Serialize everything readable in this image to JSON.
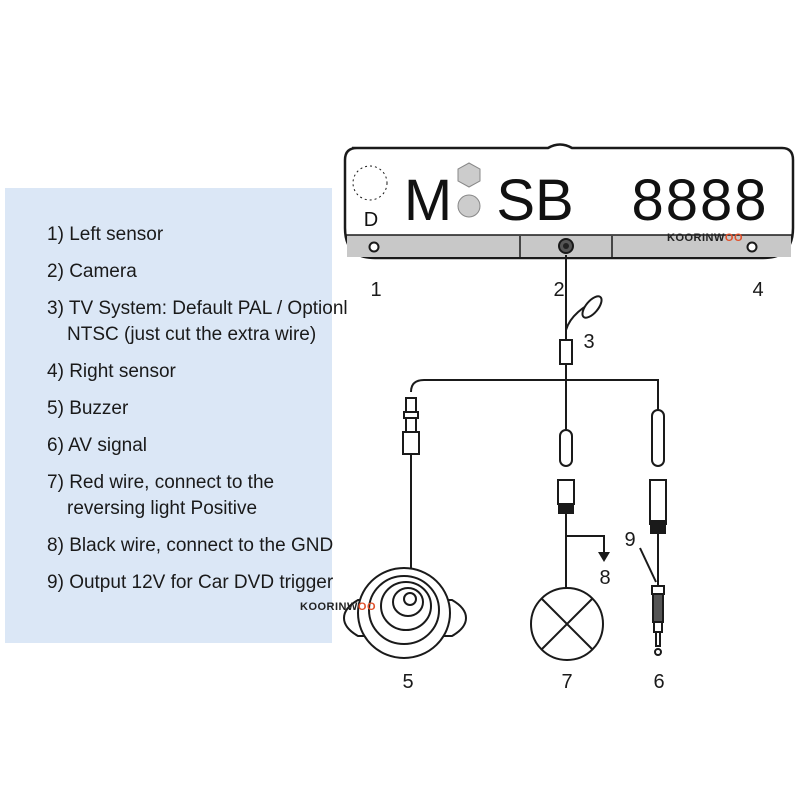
{
  "legend": {
    "items": [
      {
        "number": "1)",
        "text": "Left sensor"
      },
      {
        "number": "2)",
        "text": "Camera"
      },
      {
        "number": "3)",
        "text": "TV System: Default PAL / Optionl",
        "line2": "NTSC (just cut the extra wire)"
      },
      {
        "number": "4)",
        "text": "Right sensor"
      },
      {
        "number": "5)",
        "text": "Buzzer"
      },
      {
        "number": "6)",
        "text": "AV signal"
      },
      {
        "number": "7)",
        "text": "Red wire, connect to the",
        "line2": "reversing light Positive"
      },
      {
        "number": "8)",
        "text": "Black wire, connect to the GND"
      },
      {
        "number": "9)",
        "text": "Output 12V for Car DVD trigger"
      }
    ]
  },
  "plate": {
    "country": "D",
    "city": "M",
    "letters": "SB",
    "digits": "8888"
  },
  "watermark": {
    "prefix": "KOORINW",
    "suffix": "OO"
  },
  "callouts": {
    "n1": "1",
    "n2": "2",
    "n3": "3",
    "n4": "4",
    "n5": "5",
    "n6": "6",
    "n7": "7",
    "n8": "8",
    "n9": "9"
  },
  "colors": {
    "panel_bg": "#dbe7f6",
    "line": "#1a1a1a",
    "watermark_accent": "#e0502a"
  }
}
